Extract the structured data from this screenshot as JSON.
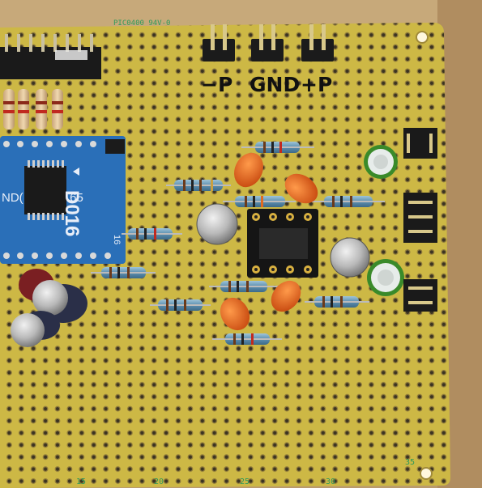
{
  "header_labels": {
    "minus_p": "−P",
    "gnd": "GND",
    "plus_p": "+P"
  },
  "board_silkscreen": "PIC0400 94V-0",
  "bottom_numbers": [
    "15",
    "20",
    "25",
    "30",
    "35"
  ],
  "module": {
    "name": "D016",
    "text_left": "ND(",
    "text_right": ".65",
    "pin_label": "16"
  },
  "colors": {
    "board": "#cdb845",
    "module_pcb": "#2a6fb8",
    "capacitor_green": "#3a8a2a",
    "capacitor_orange": "#e06a20",
    "background_card": "#b99a6d"
  }
}
